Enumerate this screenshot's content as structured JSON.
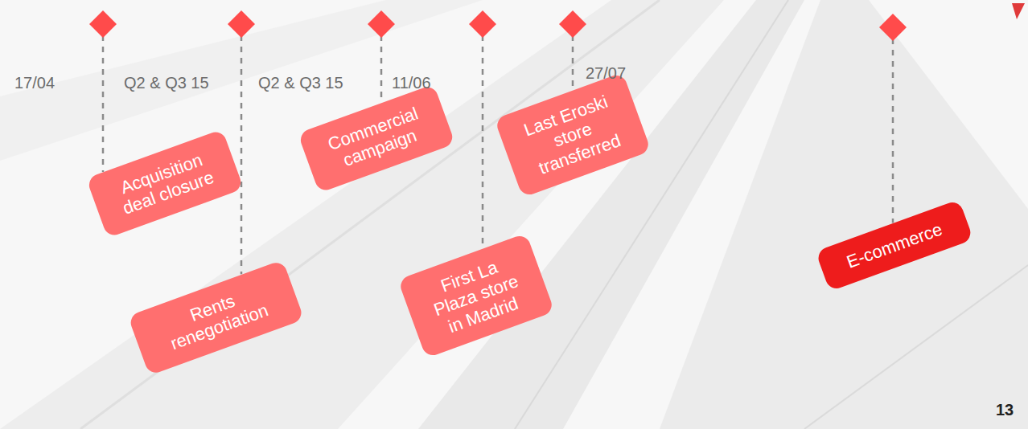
{
  "diagram": {
    "nodes": [
      {
        "text": [
          "Acquisition deal closure"
        ]
      },
      {
        "text": [
          "Rents renegotiation"
        ]
      },
      {
        "text": [
          "Commercial campaign"
        ]
      },
      {
        "text": [
          "First La Plaza store in Madrid"
        ]
      },
      {
        "text": [
          "Last Eroski store transferred"
        ]
      },
      {
        "text": [
          "E-commerce"
        ]
      }
    ],
    "labels": [
      "17/04",
      "Q2 & Q3 15",
      "Q2 & Q3 15",
      "11/06",
      "27/07",
      "13"
    ]
  }
}
